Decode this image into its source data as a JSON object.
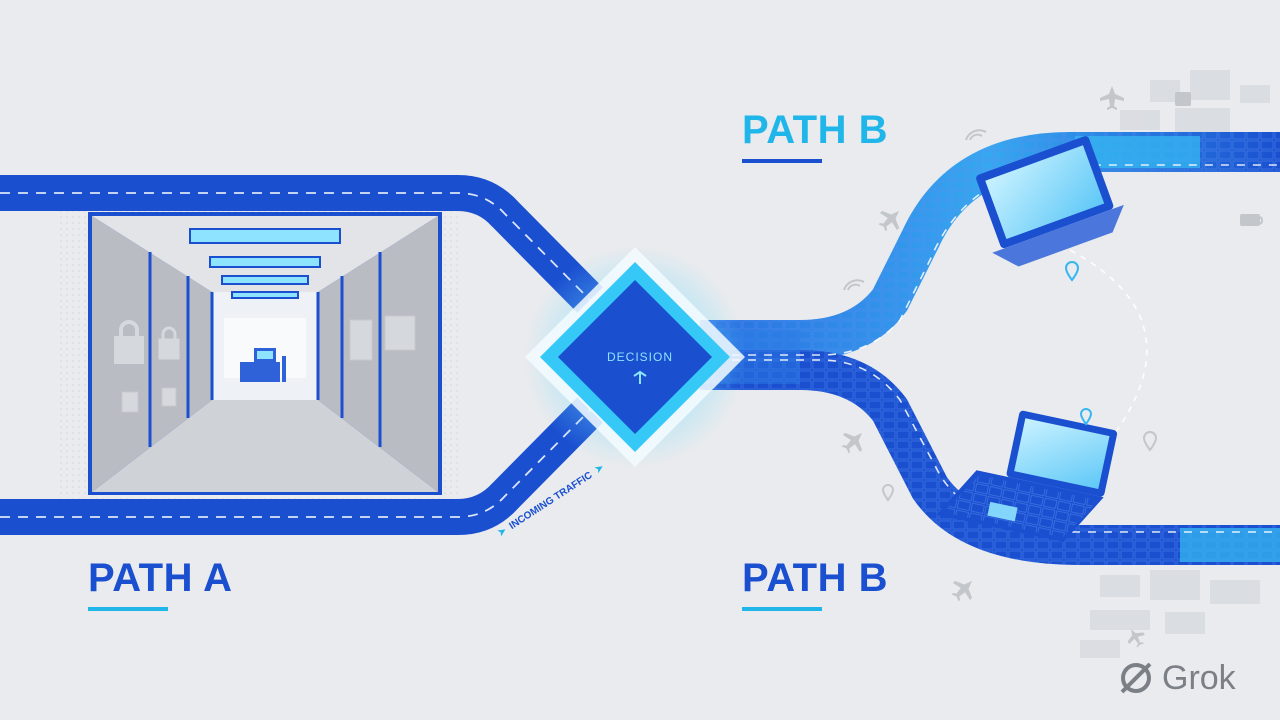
{
  "labels": {
    "path_b_top": "PATH B",
    "path_a": "PATH A",
    "path_b_bottom": "PATH B",
    "decision": "DECISION",
    "incoming": "INCOMING TRAFFIC"
  },
  "watermark": {
    "text": "Grok",
    "icon": "grok-logo-icon"
  },
  "colors": {
    "primary_blue": "#1a4fd0",
    "cyan": "#20b6ea",
    "light_cyan": "#6fdcff",
    "background": "#e9ebee",
    "corridor_gray": "#b9bcc2"
  },
  "icons": [
    "lock-icon",
    "airplane-icon",
    "wifi-icon",
    "location-pin-icon",
    "coffee-icon",
    "laptop-icon",
    "desk-icon"
  ]
}
